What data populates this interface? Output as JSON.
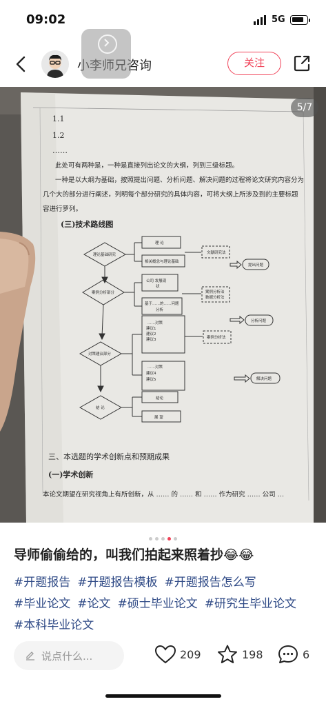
{
  "status": {
    "time": "09:02",
    "network": "5G"
  },
  "header": {
    "author": "小李师兄咨询",
    "follow_label": "关注"
  },
  "photo": {
    "page_indicator": "5/7",
    "doc": {
      "lines": [
        "1.1",
        "1.2",
        "……"
      ],
      "para1": "此处可有两种是，一种是直接列出论文的大纲，列到三级标题。",
      "para2": "一种是以大纲为基础，按照提出问题、分析问题、解决问题的过程将论文研究内容分为几个大的部分进行阐述，列明每个部分研究的具体内容，可将大纲上所涉及到的主要标题内容进行罗列。",
      "section_tech": "(三)技术路线图",
      "section3": "三、本选题的学术创新点和预期成果",
      "section_innov": "(一)学术创新",
      "last_line": "本论文期望在研究视角上有所创新，从 …… 的 …… 和 …… 作为研究 …… 公司 …",
      "flow": {
        "d1": "理论基础研究",
        "b_ll": "理 论",
        "b_ct": "相关概念与理论基础",
        "dash1": "文献研究法",
        "out1": "提出问题",
        "d2": "案例分析部分",
        "b_gs": "公司 发展现状",
        "b_wt": "基于……的……问题分析",
        "dash2": "案例分析法 数据分析法",
        "out2": "分析问题",
        "b_jy1": "……对策 建议1 建议2 建议3",
        "dash3": "案例分析法",
        "d3": "对策建议部分",
        "b_jy2": "……对策 建议4 建议5",
        "out3": "解决问题",
        "d4": "结 论",
        "b_jl": "结论",
        "b_zw": "展 望"
      }
    }
  },
  "carousel": {
    "count": 5,
    "active": 3
  },
  "post": {
    "title": "导师偷偷给的，叫我们拍起来照着抄😂😂",
    "tags": [
      "#开题报告",
      "#开题报告模板",
      "#开题报告怎么写",
      "#毕业论文",
      "#论文",
      "#硕士毕业论文",
      "#研究生毕业论文",
      "#本科毕业论文"
    ]
  },
  "bottom": {
    "comment_placeholder": "说点什么...",
    "likes": "209",
    "favorites": "198",
    "comments": "6"
  },
  "colors": {
    "accent": "#f04258",
    "tag": "#2f4a86"
  }
}
